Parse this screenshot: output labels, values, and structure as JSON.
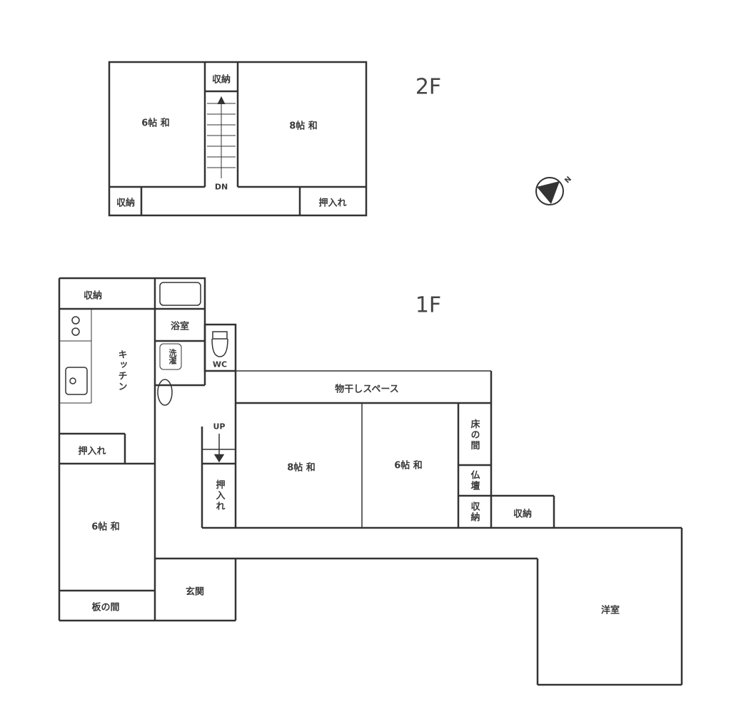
{
  "floors": {
    "second": {
      "label": "2F",
      "rooms": {
        "tatami6": "6帖 和",
        "tatami8": "8帖 和",
        "storage_top": "収納",
        "storage_bottom": "収納",
        "closet": "押入れ",
        "stairs": "DN"
      }
    },
    "first": {
      "label": "1F",
      "rooms": {
        "storage_kitchen": "収納",
        "kitchen": "キッチン",
        "bath": "浴室",
        "washer": "洗濯",
        "wc": "WC",
        "drying_space": "物干しスペース",
        "closet_left": "押入れ",
        "tatami6_left": "6帖 和",
        "wood_floor": "板の間",
        "entrance": "玄関",
        "stairs": "UP",
        "closet_stairs": "押入れ",
        "tatami8": "8帖 和",
        "tatami6": "6帖 和",
        "tokonoma": "床の間",
        "butsudan": "仏壇",
        "storage_small": "収納",
        "storage_right": "収納",
        "western_room": "洋室"
      }
    }
  },
  "compass": {
    "label": "N"
  }
}
